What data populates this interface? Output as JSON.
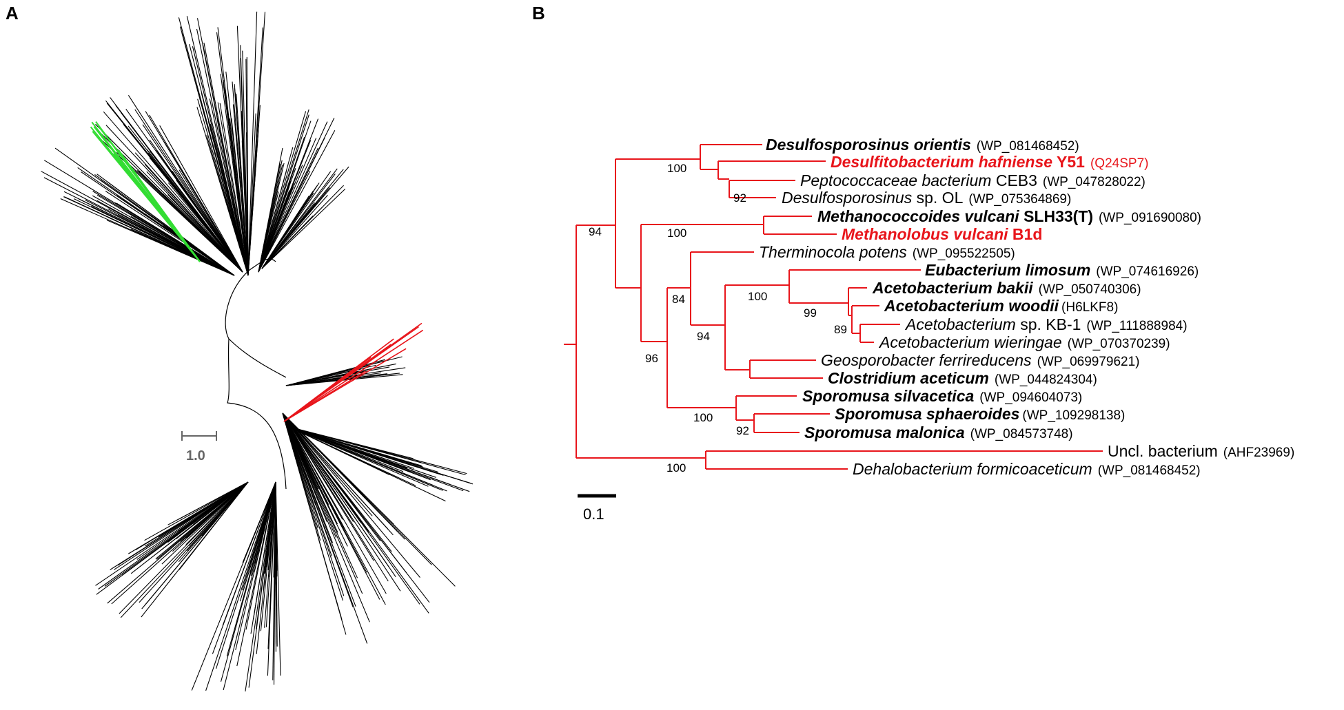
{
  "panels": {
    "a_label": "A",
    "b_label": "B"
  },
  "colors": {
    "branch_b": "#e8151b",
    "highlight_red": "#e8151b",
    "highlight_green": "#33dd33",
    "branch_a": "#000000"
  },
  "panel_a": {
    "scale_label": "1.0"
  },
  "panel_b": {
    "scale_label": "0.1",
    "taxa": [
      {
        "id": "t1",
        "name": "Desulfosporosinus orientis",
        "suffix": "",
        "accession": "(WP_081468452)",
        "italic": true,
        "bold": true,
        "red": false
      },
      {
        "id": "t2",
        "name": "Desulfitobacterium hafniense",
        "suffix": " Y51",
        "accession": "(Q24SP7)",
        "italic": true,
        "bold": true,
        "red": true
      },
      {
        "id": "t3",
        "name": "Peptococcaceae bacterium",
        "suffix": " CEB3",
        "accession": "(WP_047828022)",
        "italic": true,
        "bold": false,
        "red": false
      },
      {
        "id": "t4",
        "name": "Desulfosporosinus",
        "suffix": " sp. OL",
        "accession": "(WP_075364869)",
        "italic": true,
        "bold": false,
        "red": false
      },
      {
        "id": "t5",
        "name": "Methanococcoides vulcani",
        "suffix": " SLH33(T)",
        "accession": "(WP_091690080)",
        "italic": true,
        "bold": true,
        "red": false
      },
      {
        "id": "t6",
        "name": "Methanolobus vulcani",
        "suffix": " B1d",
        "accession": "",
        "italic": true,
        "bold": true,
        "red": true
      },
      {
        "id": "t7",
        "name": "Therminocola potens",
        "suffix": "",
        "accession": "(WP_095522505)",
        "italic": true,
        "bold": false,
        "red": false
      },
      {
        "id": "t8",
        "name": "Eubacterium limosum",
        "suffix": "",
        "accession": "(WP_074616926)",
        "italic": true,
        "bold": true,
        "red": false
      },
      {
        "id": "t9",
        "name": "Acetobacterium bakii",
        "suffix": "",
        "accession": "(WP_050740306)",
        "italic": true,
        "bold": true,
        "red": false
      },
      {
        "id": "t10",
        "name": "Acetobacterium woodii",
        "suffix": "",
        "accession": "(H6LKF8)",
        "italic": true,
        "bold": true,
        "red": false
      },
      {
        "id": "t11",
        "name": "Acetobacterium",
        "suffix": " sp. KB-1",
        "accession": "(WP_111888984)",
        "italic": true,
        "bold": false,
        "red": false
      },
      {
        "id": "t12",
        "name": "Acetobacterium wieringae",
        "suffix": "",
        "accession": "(WP_070370239)",
        "italic": true,
        "bold": false,
        "red": false
      },
      {
        "id": "t13",
        "name": "Geosporobacter ferrireducens",
        "suffix": "",
        "accession": "(WP_069979621)",
        "italic": true,
        "bold": false,
        "red": false
      },
      {
        "id": "t14",
        "name": "Clostridium aceticum",
        "suffix": "",
        "accession": "(WP_044824304)",
        "italic": true,
        "bold": true,
        "red": false
      },
      {
        "id": "t15",
        "name": "Sporomusa silvacetica",
        "suffix": "",
        "accession": "(WP_094604073)",
        "italic": true,
        "bold": true,
        "red": false
      },
      {
        "id": "t16",
        "name": "Sporomusa sphaeroides",
        "suffix": "",
        "accession": "(WP_109298138)",
        "italic": true,
        "bold": true,
        "red": false
      },
      {
        "id": "t17",
        "name": "Sporomusa malonica",
        "suffix": "",
        "accession": "(WP_084573748)",
        "italic": true,
        "bold": true,
        "red": false
      },
      {
        "id": "t18",
        "name": "Uncl. bacterium",
        "suffix": "",
        "accession": "(AHF23969)",
        "italic": false,
        "bold": false,
        "red": false
      },
      {
        "id": "t19",
        "name": "Dehalobacterium formicoaceticum",
        "suffix": "",
        "accession": "(WP_081468452)",
        "italic": true,
        "bold": false,
        "red": false
      }
    ],
    "bootstrap": {
      "n_orientis_group": "100",
      "n_pepto": "92",
      "n_root_top": "94",
      "n_methano": "100",
      "n_acetogen": "96",
      "n_therm": "84",
      "n_acgroup": "94",
      "n_eub": "100",
      "n_aceto": "99",
      "n_woodii": "89",
      "n_sporo": "100",
      "n_sph": "92",
      "n_outgroup": "100"
    }
  }
}
